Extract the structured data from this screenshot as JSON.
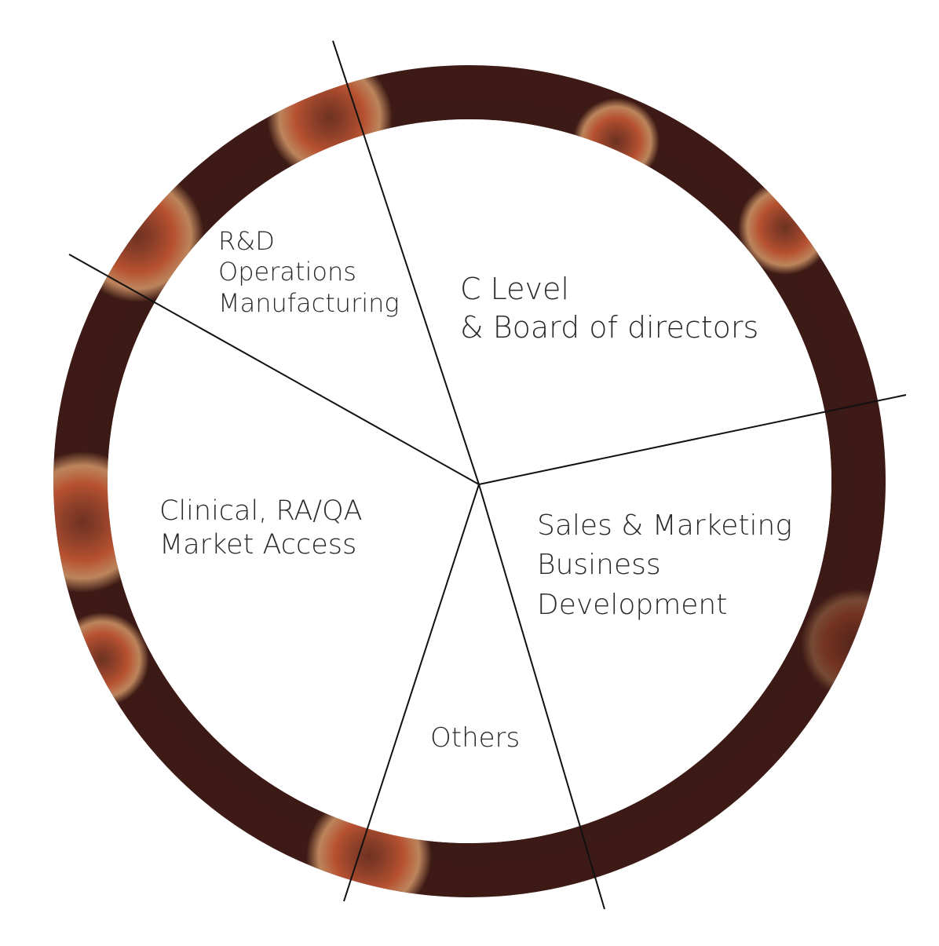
{
  "diagram": {
    "segments": [
      {
        "id": "rd",
        "lines": [
          "R&D",
          "Operations",
          "Manufacturing"
        ]
      },
      {
        "id": "clevel",
        "lines": [
          "C Level",
          "& Board of directors"
        ]
      },
      {
        "id": "clinical",
        "lines": [
          "Clinical, RA/QA",
          "Market Access"
        ]
      },
      {
        "id": "sales",
        "lines": [
          "Sales & Marketing",
          "Business",
          "Development"
        ]
      },
      {
        "id": "others",
        "lines": [
          "Others"
        ]
      }
    ],
    "colors": {
      "ring_dark": "#2b1010",
      "ring_mid": "#3d1a15",
      "bokeh_warm": "#e0643a",
      "bokeh_light": "#f2b27a",
      "divider": "#111111",
      "text": "#2a2a2a"
    }
  }
}
